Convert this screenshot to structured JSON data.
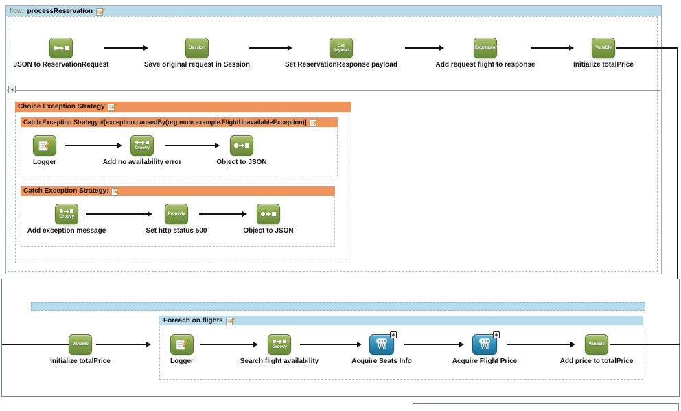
{
  "colors": {
    "flow_header_blue": "#b9dcec",
    "exception_orange": "#f0935c",
    "processor_green": "#7d9c46",
    "vm_blue": "#2d89b0"
  },
  "flow": {
    "prefix": "flow:",
    "name": "processReservation"
  },
  "main_row": {
    "steps": [
      {
        "label": "JSON to ReservationRequest"
      },
      {
        "label": "Save original request in Session",
        "icon_text": "Session"
      },
      {
        "label": "Set ReservationResponse payload",
        "icon_text": "Set Payload"
      },
      {
        "label": "Add request flight to response",
        "icon_text": "Expression"
      },
      {
        "label": "Initialize totalPrice",
        "icon_text": "Variable"
      }
    ]
  },
  "exception": {
    "choice_title": "Choice Exception Strategy",
    "catch1": {
      "title": "Catch Exception Strategy:#[exception.causedBy(org.mule.example.FlightUnavailableException)]",
      "steps": [
        {
          "label": "Logger"
        },
        {
          "label": "Add no availability error",
          "icon_text": "Groovy"
        },
        {
          "label": "Object to JSON"
        }
      ]
    },
    "catch2": {
      "title": "Catch Exception Strategy:",
      "steps": [
        {
          "label": "Add exception message",
          "icon_text": "Groovy"
        },
        {
          "label": "Set http status 500",
          "icon_text": "Property"
        },
        {
          "label": "Object to JSON"
        }
      ]
    }
  },
  "continuation": {
    "entry": {
      "label": "Initialize totalPrice",
      "icon_text": "Variable"
    },
    "foreach": {
      "title": "Foreach on flights",
      "steps": [
        {
          "label": "Logger"
        },
        {
          "label": "Search flight availability",
          "icon_text": "Groovy"
        },
        {
          "label": "Acquire Seats Info",
          "icon_text": "VM"
        },
        {
          "label": "Acquire Flight Price",
          "icon_text": "VM"
        },
        {
          "label": "Add price to totalPrice",
          "icon_text": "Variable"
        }
      ]
    }
  }
}
